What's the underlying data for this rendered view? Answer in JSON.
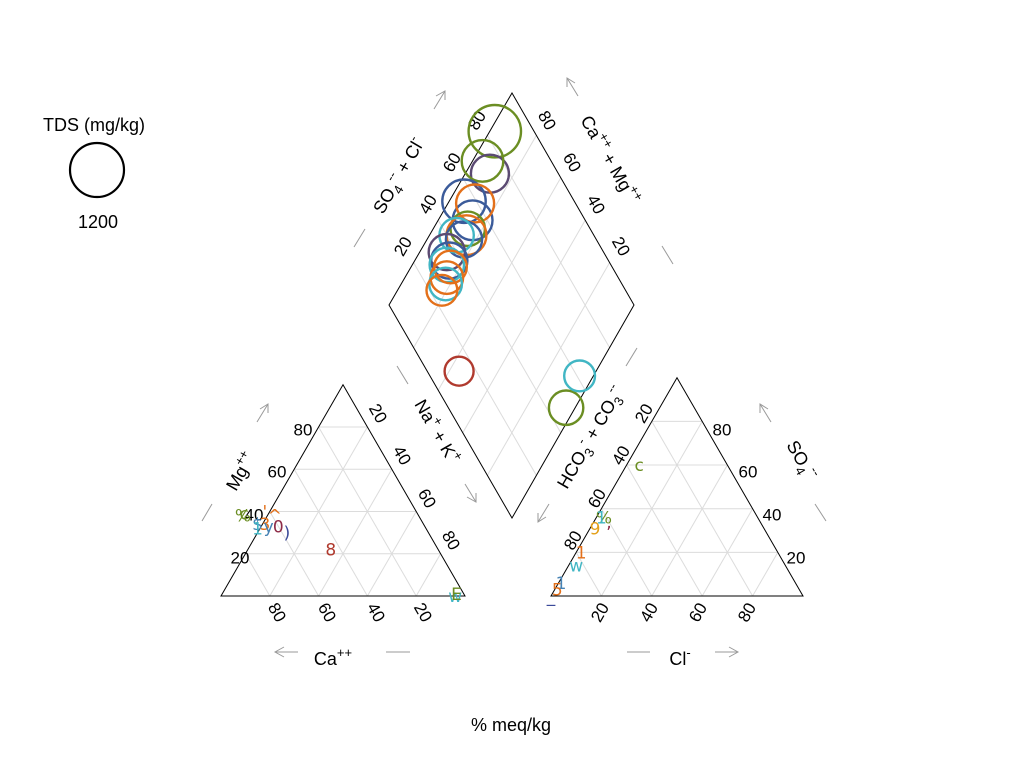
{
  "chart_data": {
    "type": "piper",
    "legend": {
      "title": "TDS (mg/kg)",
      "reference_value": "1200"
    },
    "xlabel": "% meq/kg",
    "cation_triangle": {
      "axes": {
        "mg_label": "Mg",
        "mg_charge": "++",
        "ca_label": "Ca",
        "ca_charge": "++",
        "nak_label": "Na",
        "nak_plus": "+",
        "nak_k": "K",
        "nak_k_charge": "+"
      },
      "ticks": [
        "20",
        "40",
        "60",
        "80"
      ],
      "points": [
        {
          "symbol": "%",
          "color": "#6b8e23",
          "ca": 72,
          "mg": 38
        },
        {
          "symbol": "c",
          "color": "#6b8e23",
          "ca": 71,
          "mg": 39
        },
        {
          "symbol": "'",
          "color": "#e3701a",
          "ca": 62,
          "mg": 40
        },
        {
          "symbol": "$",
          "color": "#4682b4",
          "ca": 68,
          "mg": 34
        },
        {
          "symbol": "1",
          "color": "#41b6c4",
          "ca": 69,
          "mg": 32
        },
        {
          "symbol": "3",
          "color": "#e3701a",
          "ca": 65,
          "mg": 34
        },
        {
          "symbol": "y",
          "color": "#4682b4",
          "ca": 64,
          "mg": 33
        },
        {
          "symbol": "0",
          "color": "#8e2c48",
          "ca": 60,
          "mg": 33
        },
        {
          "symbol": "^",
          "color": "#e3701a",
          "ca": 59,
          "mg": 38
        },
        {
          "symbol": ")",
          "color": "#3b4a99",
          "ca": 58,
          "mg": 30
        },
        {
          "symbol": "8",
          "color": "#b03a2e",
          "ca": 44,
          "mg": 22
        },
        {
          "symbol": "w",
          "color": "#41b6c4",
          "ca": 4,
          "mg": 0
        },
        {
          "symbol": "E",
          "color": "#6b8e23",
          "ca": 3,
          "mg": 1
        }
      ]
    },
    "anion_triangle": {
      "axes": {
        "so4_label": "SO",
        "so4_sub": "4",
        "so4_charge": "--",
        "cl_label": "Cl",
        "cl_charge": "-",
        "hco3_label": "HCO",
        "hco3_sub": "3",
        "hco3_charge": "-",
        "co3_label": "CO",
        "co3_sub": "3",
        "co3_charge": "--"
      },
      "ticks": [
        "20",
        "40",
        "60",
        "80"
      ],
      "points": [
        {
          "symbol": "c",
          "color": "#6b8e23",
          "cl": 5,
          "so4": 60
        },
        {
          "symbol": "%",
          "color": "#6b8e23",
          "cl": 3,
          "so4": 36
        },
        {
          "symbol": ",",
          "color": "#8e2c48",
          "cl": 6,
          "so4": 34
        },
        {
          "symbol": "1",
          "color": "#41b6c4",
          "cl": 2,
          "so4": 36
        },
        {
          "symbol": "9",
          "color": "#e3a01a",
          "cl": 2,
          "so4": 31
        },
        {
          "symbol": "1",
          "color": "#e3701a",
          "cl": 2,
          "so4": 20
        },
        {
          "symbol": "w",
          "color": "#41b6c4",
          "cl": 3,
          "so4": 14
        },
        {
          "symbol": "1",
          "color": "#4682b4",
          "cl": 1,
          "so4": 6
        },
        {
          "symbol": "5",
          "color": "#e3701a",
          "cl": 1,
          "so4": 3
        },
        {
          "symbol": "_",
          "color": "#3b4a99",
          "cl": 0,
          "so4": 0
        }
      ]
    },
    "diamond": {
      "axes": {
        "top_left": "SO4 + Cl",
        "top_right": "Ca + Mg",
        "bottom_left": "Na + K",
        "bottom_right": "HCO3 + CO3"
      },
      "points": [
        {
          "color": "#6b8e23",
          "naK": 2,
          "so4cl": 84,
          "tds": 1.8
        },
        {
          "color": "#5b4a72",
          "naK": 10,
          "so4cl": 72,
          "tds": 1.0
        },
        {
          "color": "#6b8e23",
          "naK": 4,
          "so4cl": 72,
          "tds": 1.2
        },
        {
          "color": "#3b5b9a",
          "naK": 6,
          "so4cl": 55,
          "tds": 1.3
        },
        {
          "color": "#3b5b9a",
          "naK": 14,
          "so4cl": 54,
          "tds": 1.1
        },
        {
          "color": "#e3701a",
          "naK": 11,
          "so4cl": 59,
          "tds": 1.0
        },
        {
          "color": "#6b8e23",
          "naK": 14,
          "so4cl": 50,
          "tds": 0.8
        },
        {
          "color": "#e3701a",
          "naK": 15,
          "so4cl": 48,
          "tds": 1.1
        },
        {
          "color": "#3b5b9a",
          "naK": 15,
          "so4cl": 46,
          "tds": 0.9
        },
        {
          "color": "#41b6c4",
          "naK": 11,
          "so4cl": 44,
          "tds": 0.8
        },
        {
          "color": "#5b4a72",
          "naK": 11,
          "so4cl": 36,
          "tds": 0.9
        },
        {
          "color": "#3b5b9a",
          "naK": 14,
          "so4cl": 35,
          "tds": 0.9
        },
        {
          "color": "#41b6c4",
          "naK": 14,
          "so4cl": 33,
          "tds": 0.8
        },
        {
          "color": "#e3701a",
          "naK": 16,
          "so4cl": 34,
          "tds": 0.7
        },
        {
          "color": "#e3701a",
          "naK": 17,
          "so4cl": 30,
          "tds": 0.7
        },
        {
          "color": "#41b6c4",
          "naK": 18,
          "so4cl": 28,
          "tds": 0.7
        },
        {
          "color": "#e3701a",
          "naK": 18,
          "so4cl": 25,
          "tds": 0.6
        },
        {
          "color": "#b03a2e",
          "naK": 44,
          "so4cl": 13,
          "tds": 0.5
        },
        {
          "color": "#6b8e23",
          "naK": 96,
          "so4cl": 48,
          "tds": 0.8
        },
        {
          "color": "#41b6c4",
          "naK": 94,
          "so4cl": 61,
          "tds": 0.6
        }
      ]
    }
  }
}
